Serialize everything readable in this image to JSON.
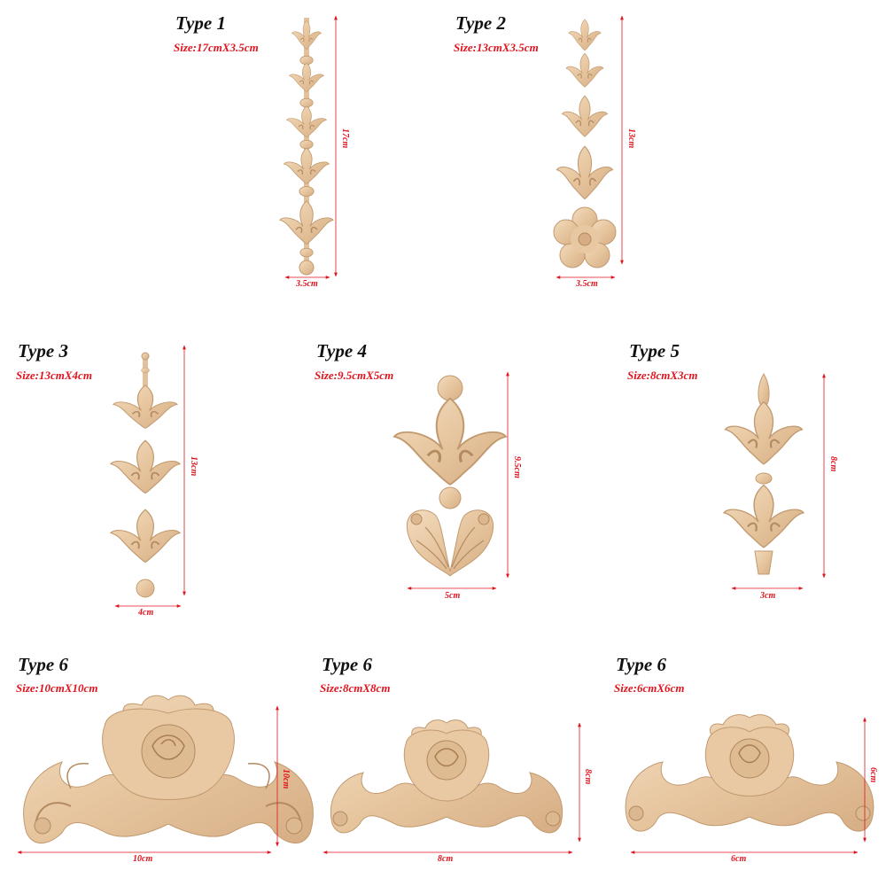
{
  "colors": {
    "wood": "#e7c9a4",
    "wood_dark": "#c9a27a",
    "wood_light": "#f2dcc0",
    "dimension": "#e0141e"
  },
  "items": [
    {
      "title": "Type 1",
      "size": "Size:17cmX3.5cm",
      "width_label": "3.5cm",
      "height_label": "17cm"
    },
    {
      "title": "Type 2",
      "size": "Size:13cmX3.5cm",
      "width_label": "3.5cm",
      "height_label": "13cm"
    },
    {
      "title": "Type 3",
      "size": "Size:13cmX4cm",
      "width_label": "4cm",
      "height_label": "13cm"
    },
    {
      "title": "Type 4",
      "size": "Size:9.5cmX5cm",
      "width_label": "5cm",
      "height_label": "9.5cm"
    },
    {
      "title": "Type 5",
      "size": "Size:8cmX3cm",
      "width_label": "3cm",
      "height_label": "8cm"
    },
    {
      "title": "Type 6",
      "size": "Size:10cmX10cm",
      "width_label": "10cm",
      "height_label": "10cm"
    },
    {
      "title": "Type 6",
      "size": "Size:8cmX8cm",
      "width_label": "8cm",
      "height_label": "8cm"
    },
    {
      "title": "Type 6",
      "size": "Size:6cmX6cm",
      "width_label": "6cm",
      "height_label": "6cm"
    }
  ]
}
